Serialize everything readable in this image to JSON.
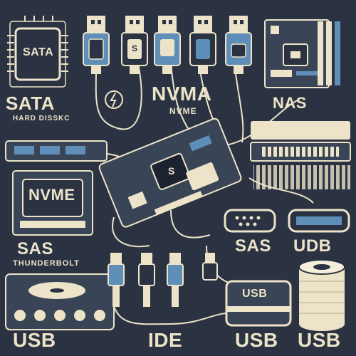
{
  "colors": {
    "background": "#2b3343",
    "ink": "#ece3c8",
    "accent": "#5f8fb8",
    "dark": "#1c2230"
  },
  "labels": {
    "sata_chip": "SATA",
    "sata": "SATA",
    "hard_disk": "HARD DISSKC",
    "nvma": "NVMA",
    "nvme_sub": "NVME",
    "nas": "NAS",
    "nvme_drive": "NVME",
    "sas_left": "SAS",
    "thunderbolt": "THUNDERBOLT",
    "sas_right": "SAS",
    "udb": "UDB",
    "usb_left": "USB",
    "ide": "IDE",
    "usb_drive": "USB",
    "usb_mid": "USB",
    "usb_right": "USB",
    "plug_mark": "S",
    "chip_mark": "S"
  },
  "icons": [
    "chip-icon",
    "usb-plug-icon",
    "motherboard-icon",
    "ram-icon",
    "hdd-icon",
    "power-icon",
    "server-rack-icon",
    "nvme-card-icon",
    "serial-port-icon",
    "turntable-icon",
    "external-drive-icon",
    "cable-icon",
    "spool-icon"
  ]
}
